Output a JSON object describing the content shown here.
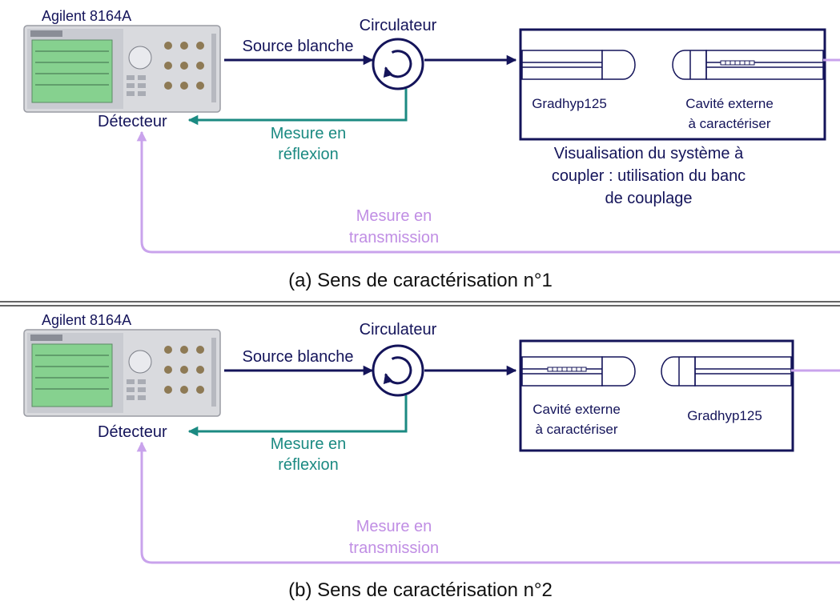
{
  "colors": {
    "navy": "#14145a",
    "teal": "#1b8a82",
    "lilac": "#c9a3ec",
    "lilac_text": "#c08ee4",
    "instrument_body": "#d9dade",
    "instrument_screen": "#86d18f"
  },
  "panels": [
    {
      "instrument_label": "Agilent 8164A",
      "circulator_label": "Circulateur",
      "source_label": "Source blanche",
      "detector_label": "Détecteur",
      "reflection_label": [
        "Mesure en",
        "réflexion"
      ],
      "bench_left_label": [
        "Gradhyp125"
      ],
      "bench_right_label": [
        "Cavité externe",
        "à caractériser"
      ],
      "bench_caption": [
        "Visualisation du système à",
        "coupler : utilisation du banc",
        "de couplage"
      ],
      "transmission_label": [
        "Mesure en",
        "transmission"
      ],
      "caption": "(a) Sens de caractérisation n°1"
    },
    {
      "instrument_label": "Agilent 8164A",
      "circulator_label": "Circulateur",
      "source_label": "Source blanche",
      "detector_label": "Détecteur",
      "reflection_label": [
        "Mesure en",
        "réflexion"
      ],
      "bench_left_label": [
        "Cavité externe",
        "à caractériser"
      ],
      "bench_right_label": [
        "Gradhyp125"
      ],
      "transmission_label": [
        "Mesure en",
        "transmission"
      ],
      "caption": "(b) Sens de caractérisation n°2"
    }
  ]
}
